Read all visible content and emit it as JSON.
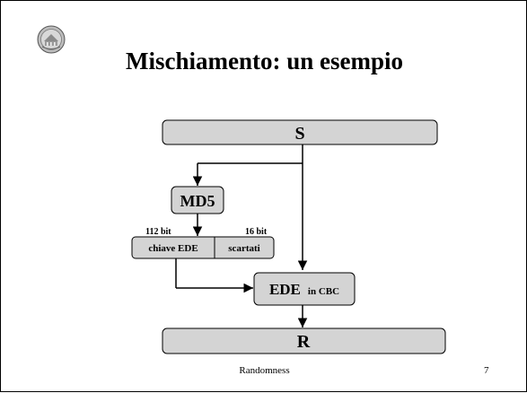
{
  "slide": {
    "title": "Mischiamento: un esempio",
    "footer": "Randomness",
    "page_number": "7"
  },
  "diagram": {
    "box_s": "S",
    "box_md5": "MD5",
    "label_112": "112 bit",
    "label_16": "16 bit",
    "key_left": "chiave EDE",
    "key_right": "scartati",
    "ede_main": "EDE",
    "ede_sub": "in CBC",
    "box_r": "R"
  },
  "colors": {
    "box_fill": "#d4d4d4",
    "stroke": "#000000",
    "background": "#ffffff"
  },
  "icons": {
    "logo": "university-seal-icon"
  }
}
